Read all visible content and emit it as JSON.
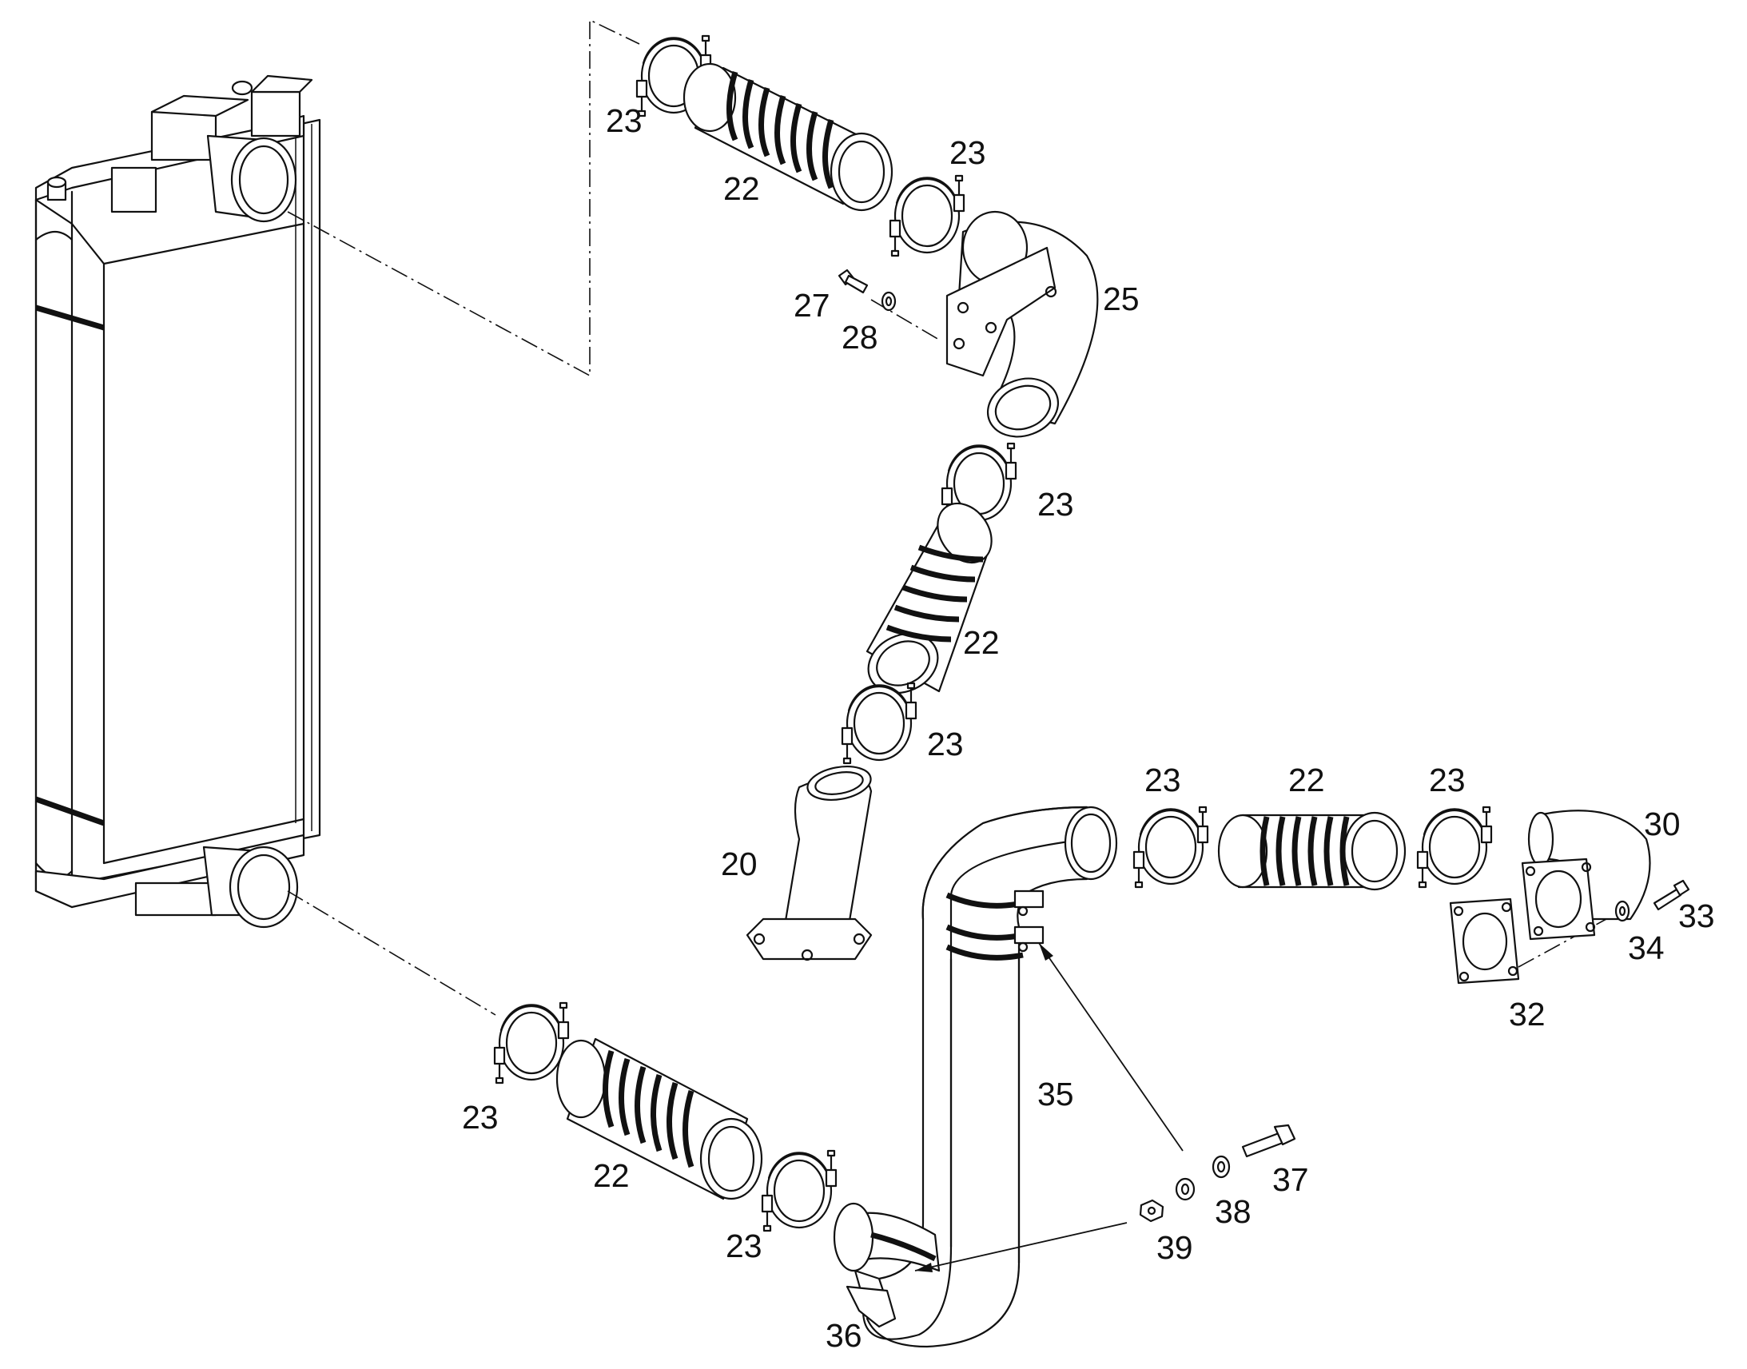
{
  "diagram": {
    "callouts": {
      "c20": "20",
      "c22_top": "22",
      "c22_mid": "22",
      "c22_bottom": "22",
      "c22_right": "22",
      "c23_a": "23",
      "c23_b": "23",
      "c23_c": "23",
      "c23_d": "23",
      "c23_e": "23",
      "c23_f": "23",
      "c23_g": "23",
      "c23_h": "23",
      "c25": "25",
      "c27": "27",
      "c28": "28",
      "c30": "30",
      "c32": "32",
      "c33": "33",
      "c34": "34",
      "c35": "35",
      "c36": "36",
      "c37": "37",
      "c38": "38",
      "c39": "39"
    }
  }
}
